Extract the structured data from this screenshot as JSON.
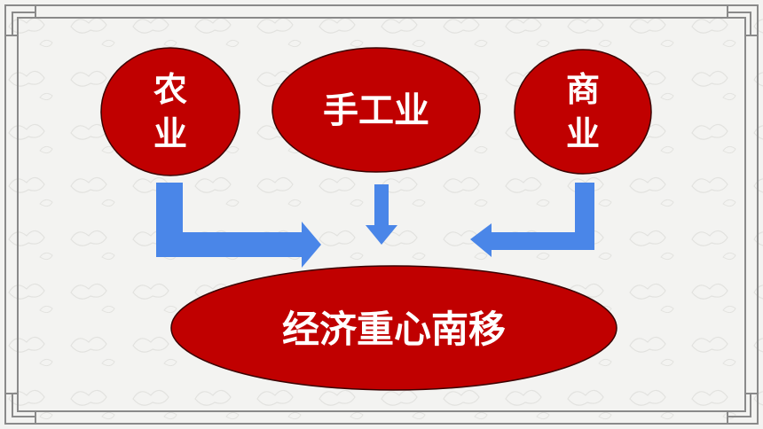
{
  "colors": {
    "node_fill": "#c00000",
    "node_stroke": "#3a0000",
    "arrow_fill": "#4a86e8",
    "node_text": "#ffffff",
    "frame": "#8a8a8a",
    "background": "#f3f3f1"
  },
  "nodes": {
    "agriculture_line1": "农",
    "agriculture_line2": "业",
    "handicraft": "手工业",
    "commerce_line1": "商",
    "commerce_line2": "业",
    "result": "经济重心南移"
  }
}
